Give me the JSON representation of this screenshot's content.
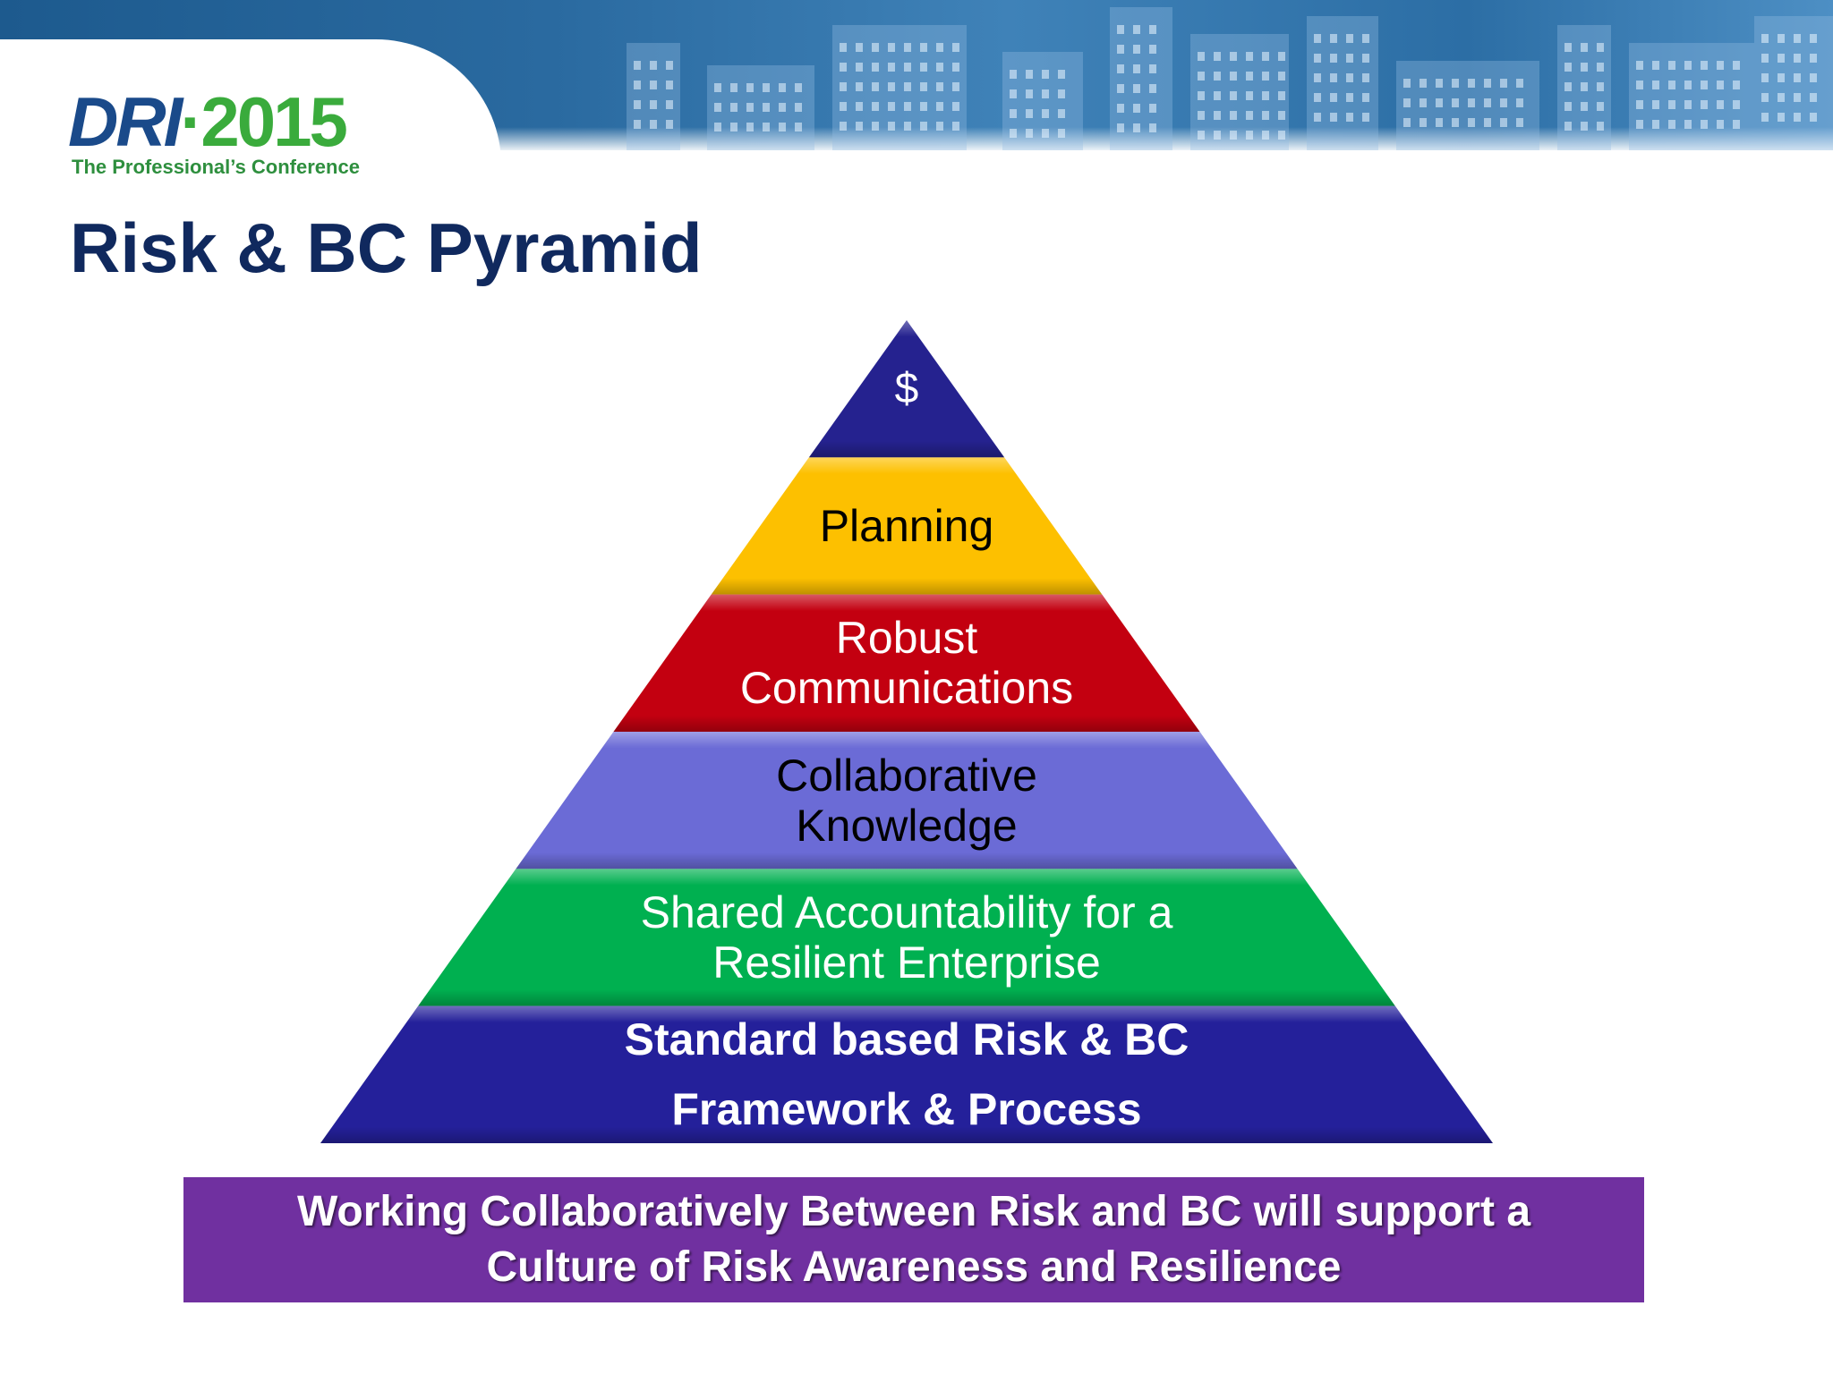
{
  "logo": {
    "dri": "DRI",
    "dot": "·",
    "year": "2015",
    "tagline": "The Professional’s Conference"
  },
  "title": "Risk & BC Pyramid",
  "pyramid": {
    "tiers": [
      {
        "id": "top",
        "lines": [
          "$"
        ],
        "fill": "#25228f",
        "text_color": "#ffffff"
      },
      {
        "id": "planning",
        "lines": [
          "Planning"
        ],
        "fill": "#fdc000",
        "text_color": "#000000"
      },
      {
        "id": "communications",
        "lines": [
          "Robust",
          "Communications"
        ],
        "fill": "#c30010",
        "text_color": "#ffffff"
      },
      {
        "id": "knowledge",
        "lines": [
          "Collaborative",
          "Knowledge"
        ],
        "fill": "#6b6bd6",
        "text_color": "#000000"
      },
      {
        "id": "accountability",
        "lines": [
          "Shared Accountability for a",
          "Resilient Enterprise"
        ],
        "fill": "#00b050",
        "text_color": "#ffffff"
      },
      {
        "id": "framework",
        "lines": [
          "Standard based Risk & BC",
          "Framework & Process"
        ],
        "fill": "#24209a",
        "text_color": "#ffffff"
      }
    ]
  },
  "footer_banner": {
    "text": "Working Collaboratively Between Risk and BC will support a\nCulture of Risk Awareness and Resilience",
    "background": "#7030a0"
  }
}
